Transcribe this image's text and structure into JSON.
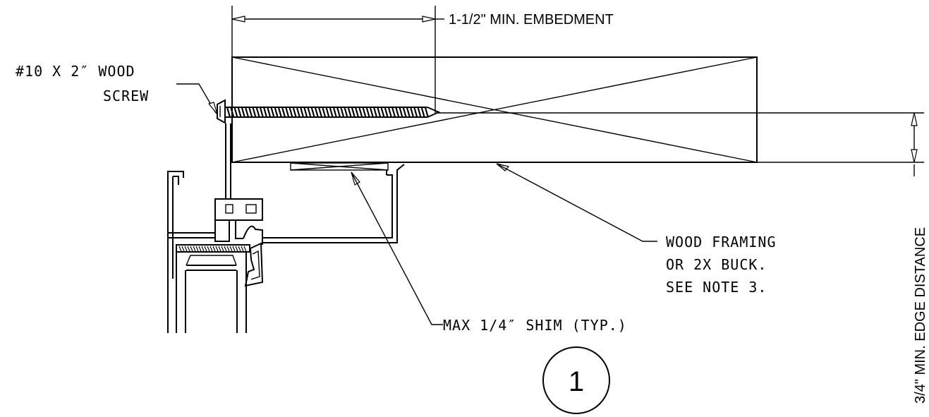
{
  "labels": {
    "embedment": "1-1/2\" MIN. EMBEDMENT",
    "screw_line1": "#10 X 2″ WOOD",
    "screw_line2": "SCREW",
    "framing_line1": "WOOD FRAMING",
    "framing_line2": "OR 2X BUCK.",
    "framing_line3": "SEE NOTE 3.",
    "shim": "MAX 1/4″ SHIM (TYP.)",
    "edge_distance": "3/4\" MIN. EDGE DISTANCE",
    "detail_number": "1"
  }
}
